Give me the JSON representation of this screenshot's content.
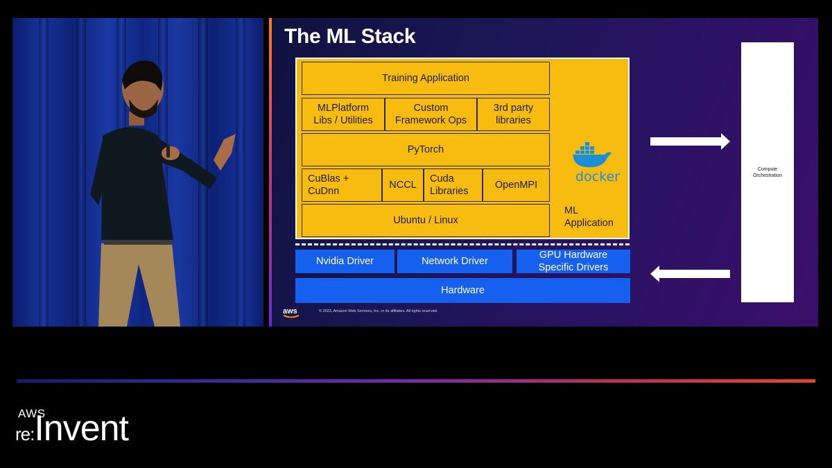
{
  "slide": {
    "title": "The ML Stack",
    "layers": {
      "training_application": "Training Application",
      "mlplatform": "MLPlatform\nLibs / Utilities",
      "custom_framework": "Custom\nFramework Ops",
      "third_party": "3rd party\nlibraries",
      "pytorch": "PyTorch",
      "cublas": "CuBlas +\nCuDnn",
      "nccl": "NCCL",
      "cuda": "Cuda\nLibraries",
      "openmpi": "OpenMPI",
      "ubuntu": "Ubuntu / Linux"
    },
    "docker_label": "docker",
    "ml_application": "ML\nApplication",
    "drivers": {
      "nvidia": "Nvidia Driver",
      "network": "Network Driver",
      "gpu": "GPU Hardware\nSpecific Drivers"
    },
    "hardware": "Hardware",
    "orchestration": "Compute\nOrchestration",
    "aws_logo_text": "aws",
    "copyright": "© 2023, Amazon Web Services, Inc. or its affiliates. All rights reserved."
  },
  "branding": {
    "aws": "AWS",
    "re": "re:",
    "invent": "Invent"
  },
  "colors": {
    "container_yellow": "#f8bb10",
    "driver_blue": "#1660f0",
    "docker_blue": "#1d8fd6"
  }
}
